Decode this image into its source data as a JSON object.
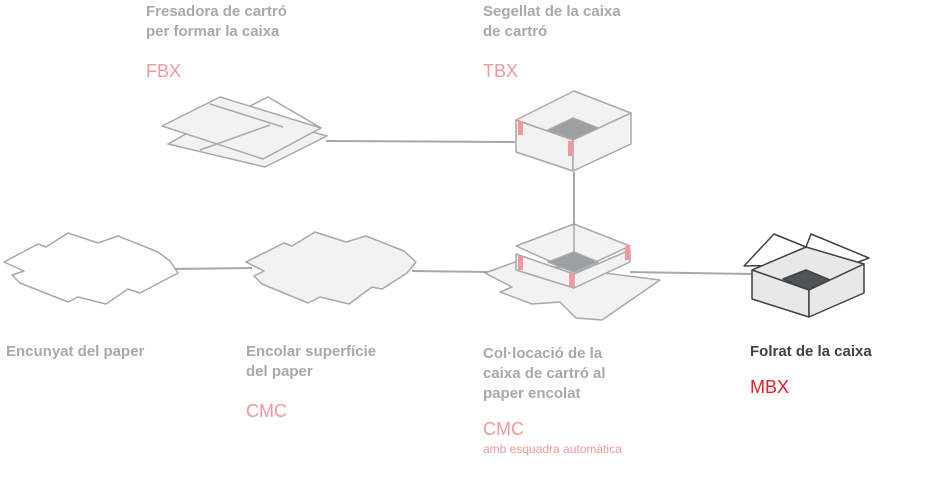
{
  "steps": {
    "fbx": {
      "line1": "Fresadora de cartró",
      "line2": "per formar la caixa",
      "code": "FBX"
    },
    "tbx": {
      "line1": "Segellat de la caixa",
      "line2": "de cartró",
      "code": "TBX"
    },
    "die_cut": {
      "line1": "Encunyat del paper"
    },
    "glue": {
      "line1": "Encolar superfície",
      "line2": "del paper",
      "code": "CMC"
    },
    "place": {
      "line1": "Col·locació de la",
      "line2": "caixa de cartró al",
      "line3": "paper encolat",
      "code": "CMC",
      "note": "amb esquadra automàtica"
    },
    "wrap": {
      "line1": "Folrat de la caixa",
      "code": "MBX"
    }
  },
  "colors": {
    "muted_text": "#a7a9ac",
    "active_text": "#3d4247",
    "muted_code": "#f0989b",
    "active_code": "#e0202c",
    "outline": "#a6a8ab",
    "fill": "#f2f2f2",
    "tape": "#f0989b"
  },
  "icons": [
    "flat-blank-icon",
    "open-box-icon",
    "cross-paper-icon",
    "glued-paper-icon",
    "box-on-paper-icon",
    "finished-box-icon"
  ]
}
